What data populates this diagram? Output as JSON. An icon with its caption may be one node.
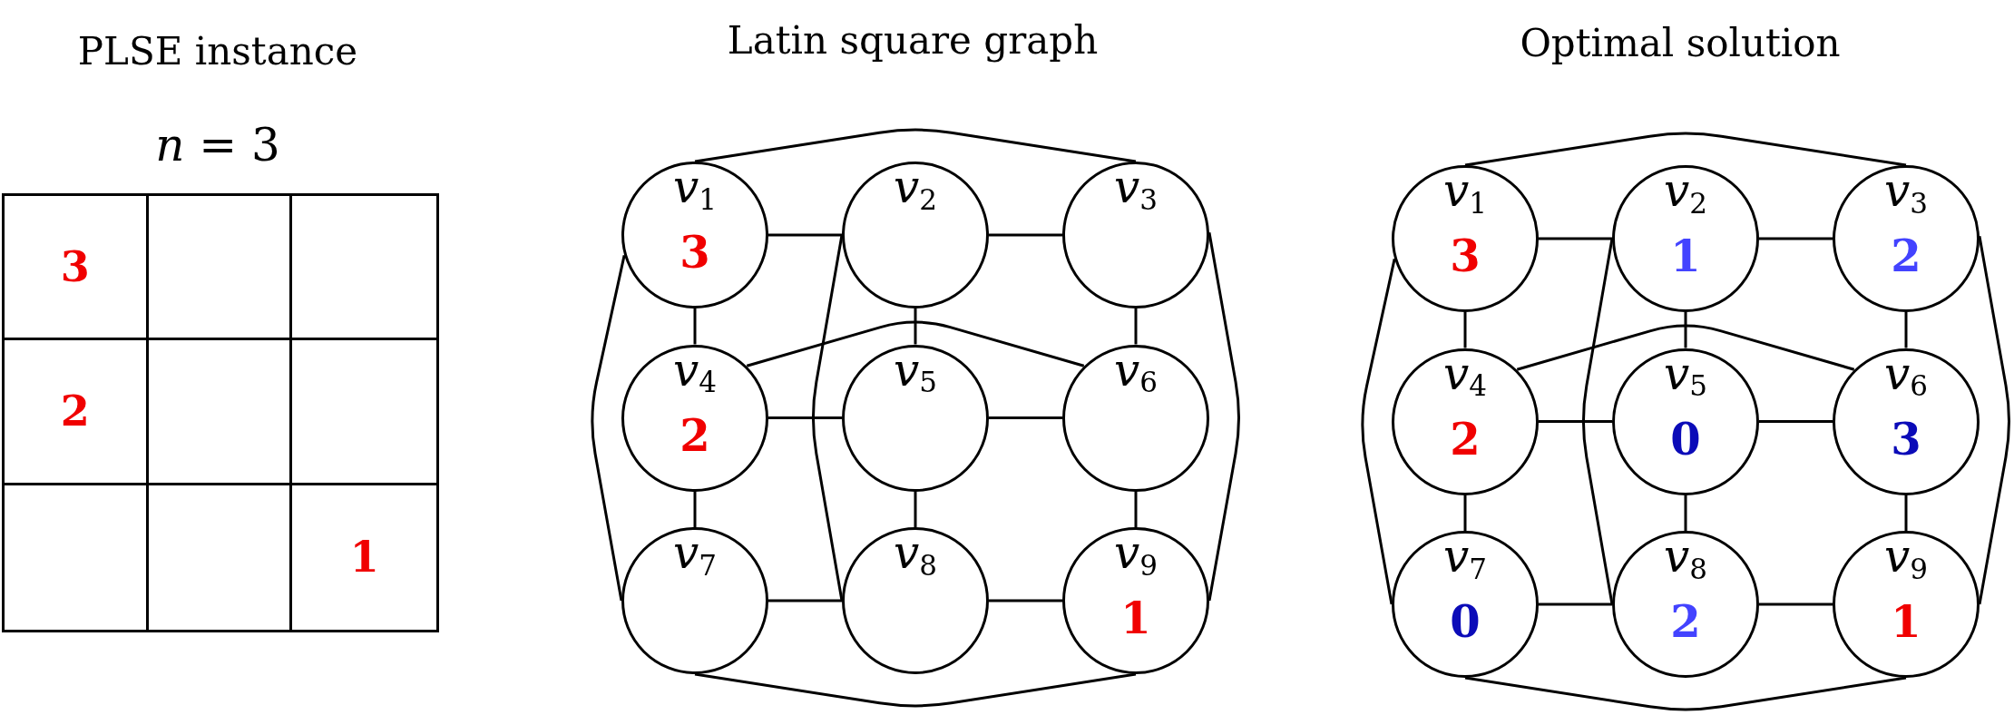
{
  "diagram": {
    "nodes": [
      {
        "text": [
          "*v*$_{1}$",
          "3"
        ]
      },
      {
        "text": [
          "*v*$_{2}$"
        ]
      },
      {
        "text": [
          "*v*$_{3}$"
        ]
      },
      {
        "text": [
          "*v*$_{4}$",
          "2"
        ]
      },
      {
        "text": [
          "*v*$_{5}$"
        ]
      },
      {
        "text": [
          "*v*$_{6}$"
        ]
      },
      {
        "text": [
          "*v*$_{7}$"
        ]
      },
      {
        "text": [
          "*v*$_{8}$"
        ]
      },
      {
        "text": [
          "*v*$_{9}$",
          "1"
        ]
      },
      {
        "text": [
          "*v*$_{1}$",
          "3"
        ]
      },
      {
        "text": [
          "*v*$_{2}$",
          "1"
        ]
      },
      {
        "text": [
          "*v*$_{3}$",
          "2"
        ]
      },
      {
        "text": [
          "*v*$_{4}$",
          "2"
        ]
      },
      {
        "text": [
          "*v*$_{5}$",
          "0"
        ]
      },
      {
        "text": [
          "*v*$_{6}$",
          "3"
        ]
      },
      {
        "text": [
          "*v*$_{7}$",
          "0"
        ]
      },
      {
        "text": [
          "*v*$_{8}$",
          "2"
        ]
      },
      {
        "text": [
          "*v*$_{9}$",
          "1"
        ]
      }
    ],
    "edges": [
      {
        "from": 0,
        "to": 1,
        "arrow": "none"
      },
      {
        "from": 1,
        "to": 2,
        "arrow": "none"
      },
      {
        "from": 0,
        "to": 2,
        "arrow": "none"
      },
      {
        "from": 3,
        "to": 4,
        "arrow": "none"
      },
      {
        "from": 4,
        "to": 5,
        "arrow": "none"
      },
      {
        "from": 3,
        "to": 5,
        "arrow": "none"
      },
      {
        "from": 6,
        "to": 7,
        "arrow": "none"
      },
      {
        "from": 7,
        "to": 8,
        "arrow": "none"
      },
      {
        "from": 6,
        "to": 8,
        "arrow": "none"
      },
      {
        "from": 0,
        "to": 3,
        "arrow": "none"
      },
      {
        "from": 3,
        "to": 6,
        "arrow": "none"
      },
      {
        "from": 0,
        "to": 6,
        "arrow": "none"
      },
      {
        "from": 1,
        "to": 4,
        "arrow": "none"
      },
      {
        "from": 4,
        "to": 7,
        "arrow": "none"
      },
      {
        "from": 1,
        "to": 7,
        "arrow": "none"
      },
      {
        "from": 2,
        "to": 5,
        "arrow": "none"
      },
      {
        "from": 5,
        "to": 8,
        "arrow": "none"
      },
      {
        "from": 2,
        "to": 8,
        "arrow": "none"
      },
      {
        "from": 9,
        "to": 10,
        "arrow": "none"
      },
      {
        "from": 10,
        "to": 11,
        "arrow": "none"
      },
      {
        "from": 9,
        "to": 11,
        "arrow": "none"
      },
      {
        "from": 12,
        "to": 13,
        "arrow": "none"
      },
      {
        "from": 13,
        "to": 14,
        "arrow": "none"
      },
      {
        "from": 12,
        "to": 14,
        "arrow": "none"
      },
      {
        "from": 15,
        "to": 16,
        "arrow": "none"
      },
      {
        "from": 16,
        "to": 17,
        "arrow": "none"
      },
      {
        "from": 15,
        "to": 17,
        "arrow": "none"
      },
      {
        "from": 9,
        "to": 12,
        "arrow": "none"
      },
      {
        "from": 12,
        "to": 15,
        "arrow": "none"
      },
      {
        "from": 9,
        "to": 15,
        "arrow": "none"
      },
      {
        "from": 10,
        "to": 13,
        "arrow": "none"
      },
      {
        "from": 13,
        "to": 16,
        "arrow": "none"
      },
      {
        "from": 10,
        "to": 16,
        "arrow": "none"
      },
      {
        "from": 11,
        "to": 14,
        "arrow": "none"
      },
      {
        "from": 14,
        "to": 17,
        "arrow": "none"
      },
      {
        "from": 11,
        "to": 17,
        "arrow": "none"
      }
    ],
    "labels": [
      "PLSE instance",
      "*n* = 3",
      "3",
      "2",
      "1",
      "Latin square graph",
      "Optimal solution"
    ]
  }
}
